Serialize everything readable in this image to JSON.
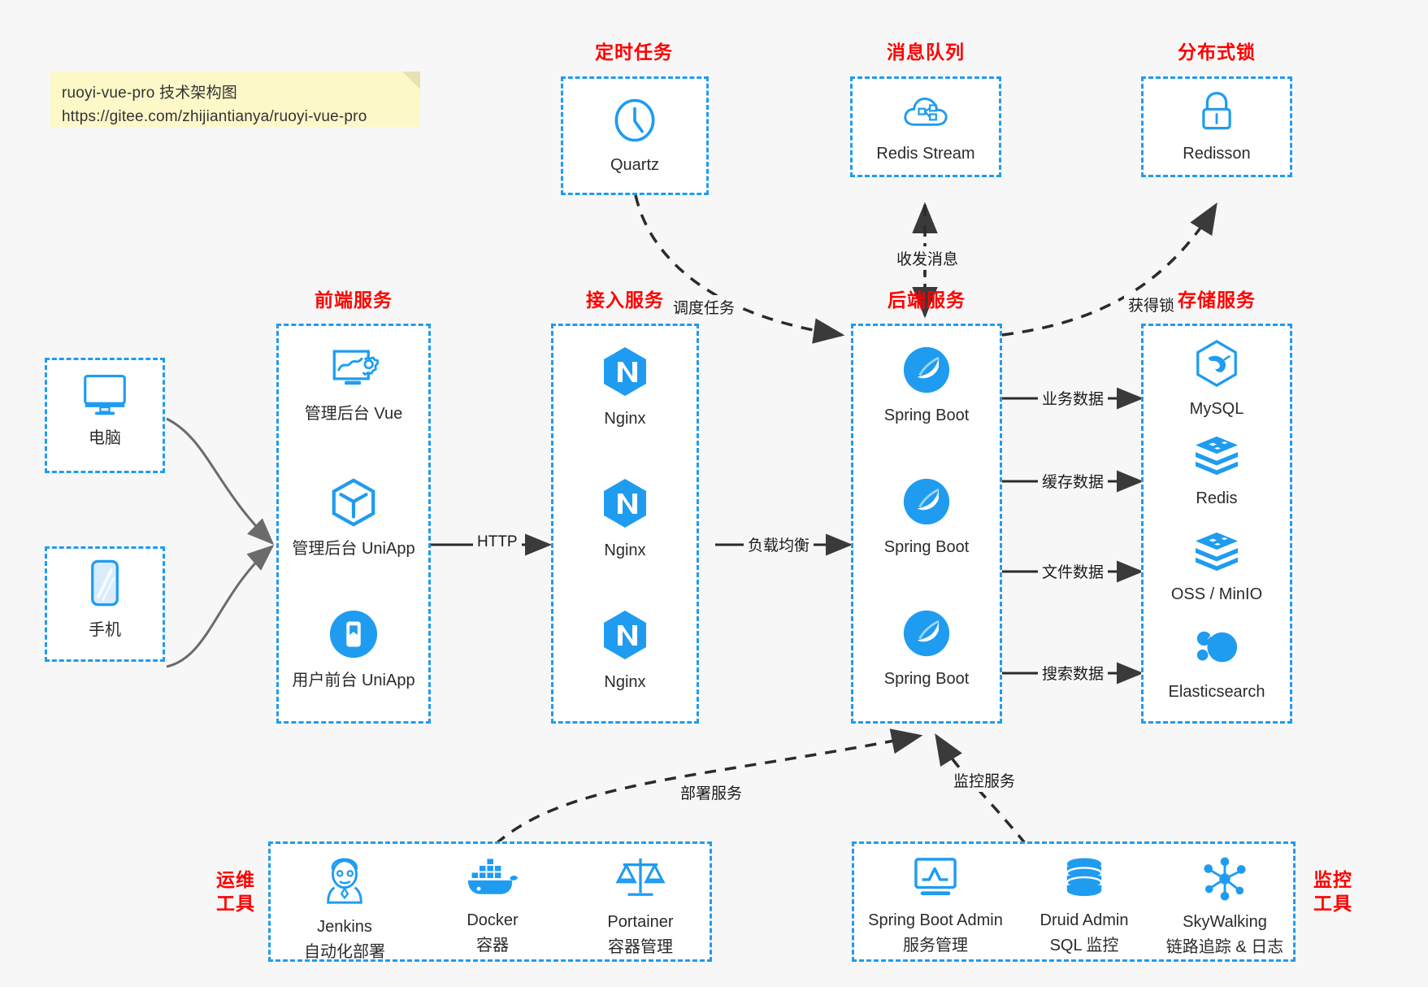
{
  "note": {
    "line1": "ruoyi-vue-pro 技术架构图",
    "line2": "https://gitee.com/zhijiantianya/ruoyi-vue-pro"
  },
  "colors": {
    "accent": "#1f9cf0",
    "title_red": "#ff0000",
    "text": "#2b2b2b",
    "arrow": "#3a3a3a",
    "background": "#f7f7f7",
    "note_bg": "#fcf8c8"
  },
  "groups": {
    "scheduled_task": {
      "title": "定时任务",
      "nodes": [
        {
          "label": "Quartz",
          "icon": "clock-icon"
        }
      ]
    },
    "message_queue": {
      "title": "消息队列",
      "nodes": [
        {
          "label": "Redis Stream",
          "icon": "cloud-stream-icon"
        }
      ]
    },
    "distributed_lock": {
      "title": "分布式锁",
      "nodes": [
        {
          "label": "Redisson",
          "icon": "lock-icon"
        }
      ]
    },
    "clients": {
      "nodes": [
        {
          "label": "电脑",
          "icon": "desktop-icon"
        },
        {
          "label": "手机",
          "icon": "mobile-icon"
        }
      ]
    },
    "frontend": {
      "title": "前端服务",
      "nodes": [
        {
          "label": "管理后台 Vue",
          "icon": "dashboard-gear-icon"
        },
        {
          "label": "管理后台 UniApp",
          "icon": "cube-icon"
        },
        {
          "label": "用户前台 UniApp",
          "icon": "app-phone-icon"
        }
      ]
    },
    "gateway": {
      "title": "接入服务",
      "nodes": [
        {
          "label": "Nginx",
          "icon": "nginx-icon"
        },
        {
          "label": "Nginx",
          "icon": "nginx-icon"
        },
        {
          "label": "Nginx",
          "icon": "nginx-icon"
        }
      ]
    },
    "backend": {
      "title": "后端服务",
      "nodes": [
        {
          "label": "Spring Boot",
          "icon": "spring-leaf-icon"
        },
        {
          "label": "Spring Boot",
          "icon": "spring-leaf-icon"
        },
        {
          "label": "Spring Boot",
          "icon": "spring-leaf-icon"
        }
      ]
    },
    "storage": {
      "title": "存储服务",
      "nodes": [
        {
          "label": "MySQL",
          "icon": "mysql-dolphin-icon"
        },
        {
          "label": "Redis",
          "icon": "redis-stack-icon"
        },
        {
          "label": "OSS / MinIO",
          "icon": "oss-stack-icon"
        },
        {
          "label": "Elasticsearch",
          "icon": "elasticsearch-icon"
        }
      ]
    },
    "devops": {
      "title_line1": "运维",
      "title_line2": "工具",
      "nodes": [
        {
          "label": "Jenkins",
          "sublabel": "自动化部署",
          "icon": "jenkins-icon"
        },
        {
          "label": "Docker",
          "sublabel": "容器",
          "icon": "docker-whale-icon"
        },
        {
          "label": "Portainer",
          "sublabel": "容器管理",
          "icon": "scales-icon"
        }
      ]
    },
    "monitoring": {
      "title_line1": "监控",
      "title_line2": "工具",
      "nodes": [
        {
          "label": "Spring Boot Admin",
          "sublabel": "服务管理",
          "icon": "monitor-chart-icon"
        },
        {
          "label": "Druid Admin",
          "sublabel": "SQL 监控",
          "icon": "database-icon"
        },
        {
          "label": "SkyWalking",
          "sublabel": "链路追踪 & 日志",
          "icon": "skywalking-node-icon"
        }
      ]
    }
  },
  "edges": [
    {
      "id": "http",
      "label": "HTTP"
    },
    {
      "id": "load-balance",
      "label": "负载均衡"
    },
    {
      "id": "schedule-task",
      "label": "调度任务"
    },
    {
      "id": "send-receive-message",
      "label": "收发消息"
    },
    {
      "id": "acquire-lock",
      "label": "获得锁"
    },
    {
      "id": "business-data",
      "label": "业务数据"
    },
    {
      "id": "cache-data",
      "label": "缓存数据"
    },
    {
      "id": "file-data",
      "label": "文件数据"
    },
    {
      "id": "search-data",
      "label": "搜索数据"
    },
    {
      "id": "deploy-service",
      "label": "部署服务"
    },
    {
      "id": "monitor-service",
      "label": "监控服务"
    }
  ]
}
